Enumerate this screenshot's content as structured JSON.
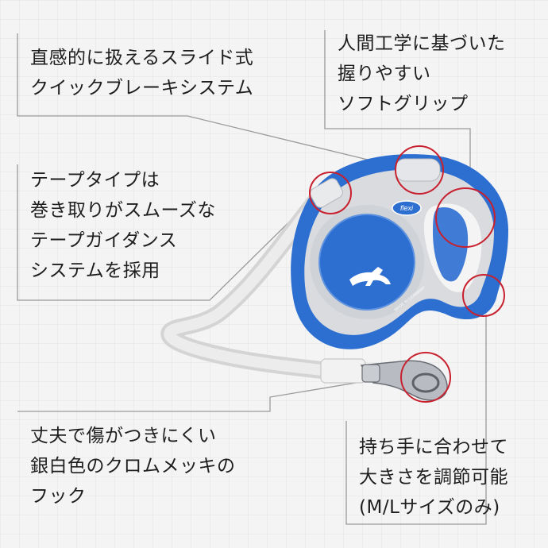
{
  "callouts": {
    "brake": {
      "lines": [
        "直感的に扱えるスライド式",
        "クイックブレーキシステム"
      ]
    },
    "grip": {
      "lines": [
        "人間工学に基づいた",
        "握りやすい",
        "ソフトグリップ"
      ]
    },
    "tape": {
      "lines": [
        "テープタイプは",
        "巻き取りがスムーズな",
        "テープガイダンス",
        "システムを採用"
      ]
    },
    "hook": {
      "lines": [
        "丈夫で傷がつきにくい",
        "銀白色のクロムメッキの",
        "フック"
      ]
    },
    "size": {
      "lines": [
        "持ち手に合わせて",
        "大きさを調節可能",
        "(M/Lサイズのみ)"
      ]
    }
  },
  "product": {
    "brand_text": "flexi",
    "made_in_text": "MADE IN GERMANY",
    "colors": {
      "blue": "#2c6fd1",
      "gray": "#d9dbde",
      "highlight_circle": "#c8202e",
      "tape": "#e3e3e3",
      "leader_line": "#9a9a9a"
    }
  }
}
